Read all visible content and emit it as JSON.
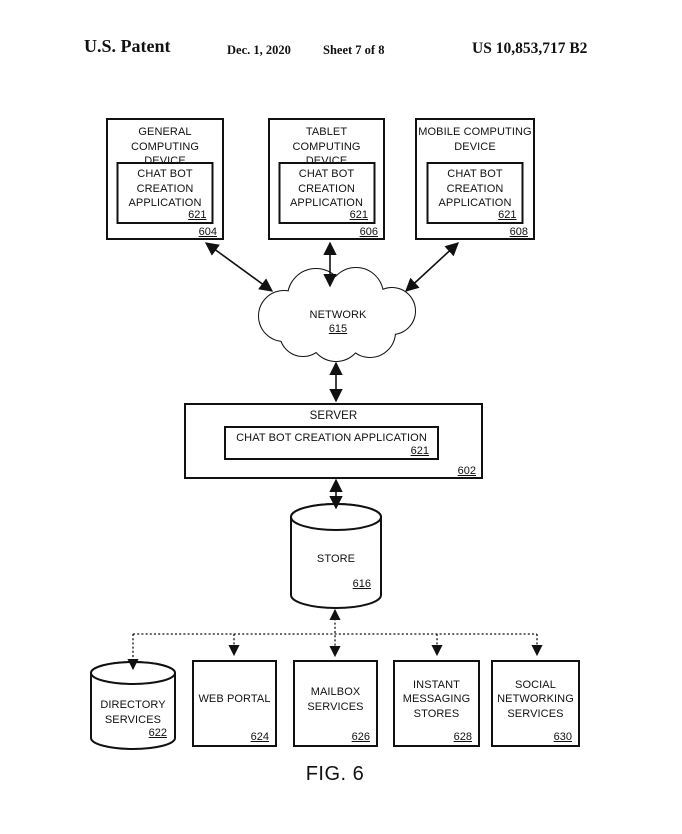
{
  "header": {
    "patent_label": "U.S. Patent",
    "date": "Dec. 1, 2020",
    "sheet": "Sheet 7 of 8",
    "patent_number": "US 10,853,717 B2"
  },
  "devices": [
    {
      "name": "GENERAL\nCOMPUTING DEVICE",
      "app": "CHAT BOT\nCREATION\nAPPLICATION",
      "app_ref": "621",
      "ref": "604"
    },
    {
      "name": "TABLET COMPUTING\nDEVICE",
      "app": "CHAT BOT\nCREATION\nAPPLICATION",
      "app_ref": "621",
      "ref": "606"
    },
    {
      "name": "MOBILE COMPUTING\nDEVICE",
      "app": "CHAT BOT\nCREATION\nAPPLICATION",
      "app_ref": "621",
      "ref": "608"
    }
  ],
  "network": {
    "label": "NETWORK",
    "ref": "615"
  },
  "server": {
    "label": "SERVER",
    "app": "CHAT BOT CREATION APPLICATION",
    "app_ref": "621",
    "ref": "602"
  },
  "store": {
    "label": "STORE",
    "ref": "616"
  },
  "services": [
    {
      "label": "DIRECTORY\nSERVICES",
      "ref": "622"
    },
    {
      "label": "WEB PORTAL",
      "ref": "624"
    },
    {
      "label": "MAILBOX\nSERVICES",
      "ref": "626"
    },
    {
      "label": "INSTANT\nMESSAGING\nSTORES",
      "ref": "628"
    },
    {
      "label": "SOCIAL\nNETWORKING\nSERVICES",
      "ref": "630"
    }
  ],
  "figure_caption": "FIG. 6",
  "colors": {
    "ink": "#111111",
    "background": "#ffffff"
  }
}
